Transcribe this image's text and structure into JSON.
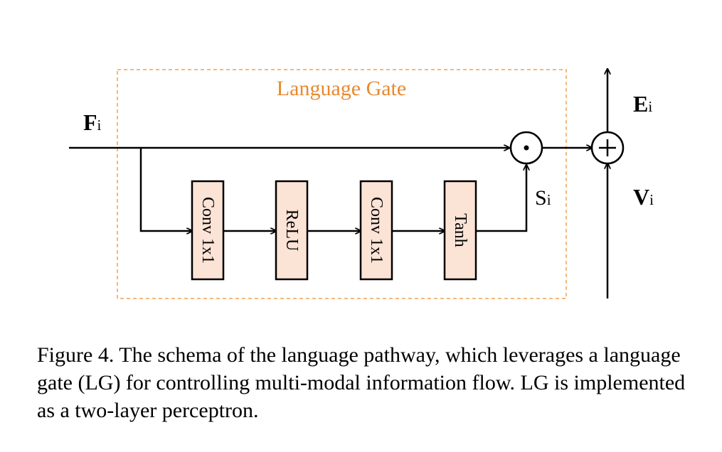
{
  "diagram": {
    "gate_label": "Language Gate",
    "inputs": {
      "f": {
        "main": "F",
        "sub": "i"
      },
      "s": {
        "main": "S",
        "sub": "i"
      },
      "e": {
        "main": "E",
        "sub": "i"
      },
      "v": {
        "main": "V",
        "sub": "i"
      }
    },
    "blocks": [
      {
        "label": "Conv 1x1"
      },
      {
        "label": "ReLU"
      },
      {
        "label": "Conv 1x1"
      },
      {
        "label": "Tanh"
      }
    ],
    "operators": {
      "multiply": "⊙",
      "add": "+"
    },
    "colors": {
      "gate_border": "#f0a050",
      "gate_label": "#e88a2e",
      "block_fill": "#fbe3d6",
      "stroke": "#000000"
    }
  },
  "caption": {
    "text": "Figure 4. The schema of the language pathway, which leverages a language gate (LG) for controlling multi-modal information flow. LG is implemented as a two-layer perceptron."
  }
}
